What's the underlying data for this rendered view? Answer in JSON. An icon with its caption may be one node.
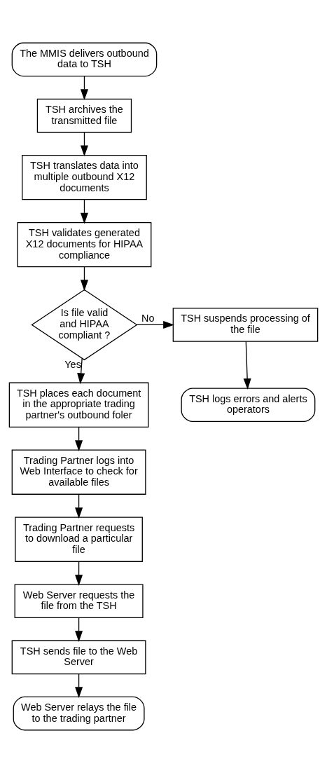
{
  "diagram": {
    "nodes": [
      {
        "text": [
          "The MMIS delivers outbound data to TSH"
        ]
      },
      {
        "text": [
          "TSH archives the transmitted file"
        ]
      },
      {
        "text": [
          "TSH translates data into multiple outbound X12 documents"
        ]
      },
      {
        "text": [
          "TSH validates generated X12 documents for HIPAA compliance"
        ]
      },
      {
        "text": [
          "Is file valid and HIPAA compliant ?"
        ]
      },
      {
        "text": [
          "TSH suspends processing of the file"
        ]
      },
      {
        "text": [
          "TSH logs errors and alerts operators"
        ]
      },
      {
        "text": [
          "TSH places each document in the appropriate trading partner's outbound foler"
        ]
      },
      {
        "text": [
          "Trading Partner logs into Web Interface to check for available files"
        ]
      },
      {
        "text": [
          "Trading Partner requests to download a particular file"
        ]
      },
      {
        "text": [
          "Web Server requests the file from the TSH"
        ]
      },
      {
        "text": [
          "TSH sends file to the Web Server"
        ]
      },
      {
        "text": [
          "Web Server relays the file to the trading partner"
        ]
      }
    ],
    "edges": [
      {
        "from": 0,
        "to": 1,
        "arrow": "to"
      },
      {
        "from": 1,
        "to": 2,
        "arrow": "to"
      },
      {
        "from": 2,
        "to": 3,
        "arrow": "to"
      },
      {
        "from": 3,
        "to": 4,
        "arrow": "to"
      },
      {
        "from": 4,
        "to": 5,
        "arrow": "to",
        "label": "No"
      },
      {
        "from": 5,
        "to": 6,
        "arrow": "to"
      },
      {
        "from": 4,
        "to": 7,
        "arrow": "to",
        "label": "Yes"
      },
      {
        "from": 7,
        "to": 8,
        "arrow": "to"
      },
      {
        "from": 8,
        "to": 9,
        "arrow": "to"
      },
      {
        "from": 9,
        "to": 10,
        "arrow": "to"
      },
      {
        "from": 10,
        "to": 11,
        "arrow": "to"
      },
      {
        "from": 11,
        "to": 12,
        "arrow": "to"
      }
    ]
  }
}
